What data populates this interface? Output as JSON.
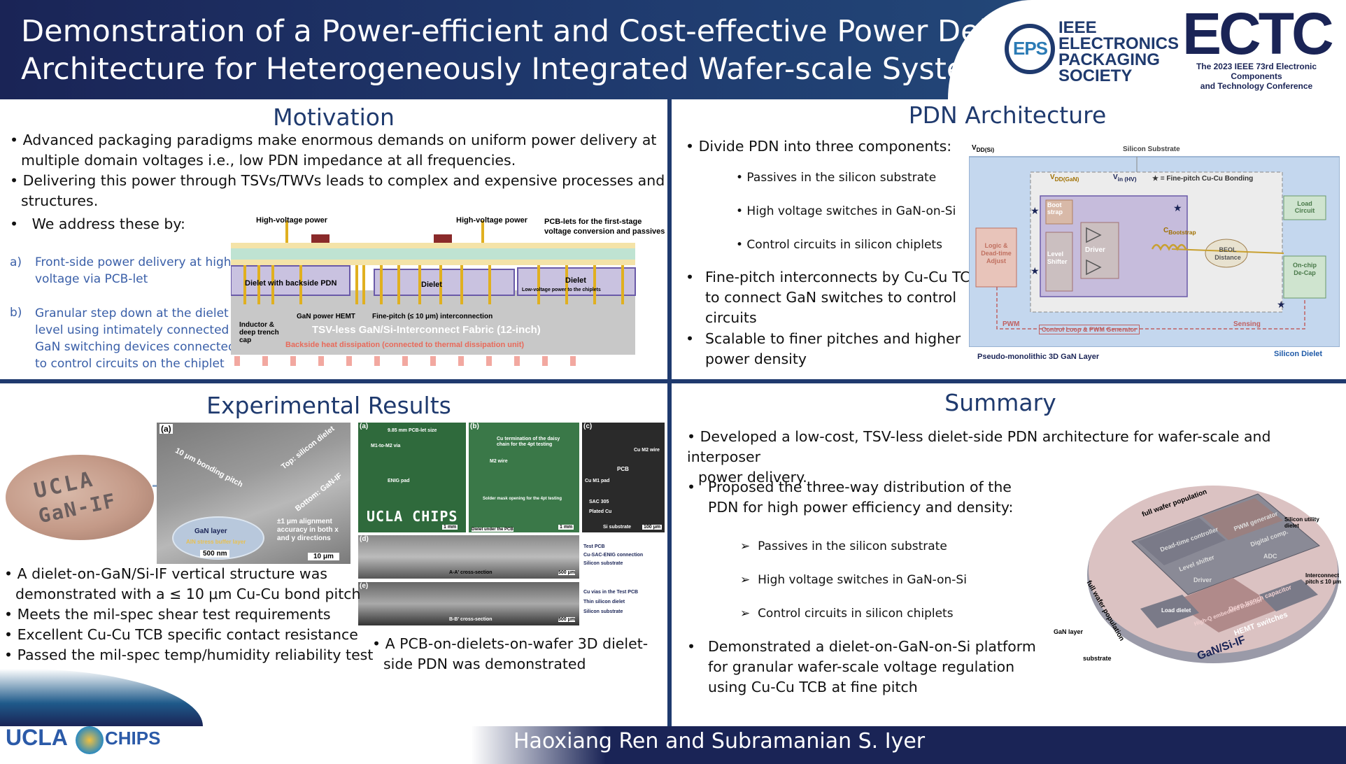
{
  "header": {
    "title_line1": "Demonstration of a Power-efficient and Cost-effective Power Delivery",
    "title_line2": "Architecture for Heterogeneously Integrated Wafer-scale Systems",
    "eps_logo_mark": "EPS",
    "eps_line1": "IEEE",
    "eps_line2": "ELECTRONICS",
    "eps_line3": "PACKAGING",
    "eps_line4": "SOCIETY",
    "ectc_logo": "ECTC",
    "ectc_sub_line1": "The 2023 IEEE 73rd Electronic Components",
    "ectc_sub_line2": "and Technology Conference"
  },
  "motivation": {
    "title": "Motivation",
    "bullet1_line1": "• Advanced packaging paradigms make enormous demands on uniform power delivery at",
    "bullet1_line2": "multiple domain voltages i.e., low PDN impedance at all frequencies.",
    "bullet2_line1": "• Delivering this power through TSVs/TWVs leads to complex and expensive processes and",
    "bullet2_line2": "structures.",
    "bullet3": "We address these by:",
    "item_a_marker": "a)",
    "item_a_line1": "Front-side power delivery at high",
    "item_a_line2": "voltage via PCB-let",
    "item_b_marker": "b)",
    "item_b_line1": "Granular step down at the dielet",
    "item_b_line2": "level using intimately connected",
    "item_b_line3": "GaN switching devices connected",
    "item_b_line4": "to control circuits on the chiplet",
    "fig": {
      "hv1": "High-voltage power",
      "hv2": "High-voltage power",
      "pcblets": "PCB-lets for the first-stage",
      "pcblets2": "voltage conversion and passives",
      "dielet_pdn": "Dielet with backside PDN",
      "dielet_mid": "Dielet",
      "dielet_right": "Dielet",
      "lv_power": "Low-voltage power to the chiplets",
      "inductor": "Inductor &",
      "inductor2": "deep trench",
      "inductor3": "cap",
      "gan_hemt": "GaN power HEMT",
      "fine_pitch": "Fine-pitch (≤ 10 μm) interconnection",
      "fabric": "TSV-less GaN/Si-Interconnect Fabric (12-inch)",
      "backside": "Backside heat dissipation (connected to thermal dissipation unit)"
    }
  },
  "pdn": {
    "title": "PDN Architecture",
    "bullet1": "• Divide PDN into three components:",
    "sub1": "• Passives in the silicon substrate",
    "sub2": "• High voltage switches in GaN-on-Si",
    "sub3": "• Control circuits in silicon chiplets",
    "bullet2_marker": "•",
    "bullet2_line1": "Fine-pitch interconnects by Cu-Cu TCB",
    "bullet2_line2": "to connect GaN switches to control",
    "bullet2_line3": "circuits",
    "bullet3_marker": "•",
    "bullet3_line1": "Scalable to finer pitches and higher",
    "bullet3_line2": "power density",
    "fig": {
      "vdd_si": "V",
      "vdd_si_sub": "DD(Si)",
      "si_sub": "Silicon Substrate",
      "vdd_gan": "V",
      "vdd_gan_sub": "DD(GaN)",
      "vin": "V",
      "vin_sub": "in (HV)",
      "legend": "= Fine-pitch Cu-Cu Bonding",
      "boot": "Boot strap",
      "level": "Level Shifter",
      "driver": "Driver",
      "cboot": "C",
      "cboot_sub": "Bootstrap",
      "beol": "BEOL Distance",
      "load": "Load Circuit",
      "onchip": "On-chip De-Cap",
      "logic": "Logic & Dead-time Adjust",
      "pwm": "PWM",
      "ctrl": "Control Loop & PWM Generator",
      "sensing": "Sensing",
      "pseudo": "Pseudo-monolithic 3D GaN Layer",
      "si_dielet": "Silicon Dielet"
    }
  },
  "results": {
    "title": "Experimental Results",
    "bullet1_line1": "• A dielet-on-GaN/Si-IF vertical structure was",
    "bullet1_line2": "demonstrated with a ≤ 10 μm Cu-Cu bond pitch",
    "bullet2": "• Meets the mil-spec shear test requirements",
    "bullet3": "• Excellent Cu-Cu TCB specific contact resistance",
    "bullet4": "• Passed the mil-spec temp/humidity reliability test",
    "bullet5_line1": "• A PCB-on-dielets-on-wafer 3D dielet-",
    "bullet5_line2": "side PDN was demonstrated",
    "wafer_text1": "UCLA",
    "wafer_text2": "GaN-IF",
    "sem": {
      "a": "(a)",
      "pitch": "10 μm bonding pitch",
      "top": "Top: silicon dielet",
      "bottom": "Bottom: GaN-IF",
      "gan_layer": "GaN layer",
      "aln": "AlN stress buffer layer",
      "scale1": "500 nm",
      "align1": "±1 μm alignment",
      "align2": "accuracy in both x",
      "align3": "and y directions",
      "scale2": "10 μm"
    },
    "pcb": {
      "a": "(a)",
      "b": "(b)",
      "c": "(c)",
      "d": "(d)",
      "e": "(e)",
      "size": "9.85 mm PCB-let size",
      "m1m2": "M1-to-M2 via",
      "enig": "ENIG pad",
      "ucla": "UCLA CHIPS",
      "scale_a": "1 mm",
      "cu_term": "Cu termination of the daisy",
      "cu_term2": "chain for the 4pt testing",
      "m2wire": "M2 wire",
      "solder": "Solder mask opening for the 4pt testing",
      "dielet_under": "Dielet under the PCB",
      "scale_b": "1 mm",
      "cu_m2": "Cu M2 wire",
      "pcb_lbl": "PCB",
      "cu_m1": "Cu M1 pad",
      "sac": "SAC 305",
      "plated": "Plated Cu",
      "si_sub": "Si substrate",
      "scale_c": "100 μm",
      "test_pcb": "Test PCB",
      "cu_sac": "Cu-SAC-ENIG connection",
      "si_sub2": "Silicon substrate",
      "aa": "A-A' cross-section",
      "scale_d": "500 μm",
      "cu_vias": "Cu vias in the Test PCB",
      "thin": "Thin silicon dielet",
      "si_sub3": "Silicon substrate",
      "bb": "B-B' cross-section",
      "scale_e": "500 μm"
    }
  },
  "summary": {
    "title": "Summary",
    "bullet1_line1": "• Developed a low-cost, TSV-less dielet-side PDN architecture for wafer-scale and interposer",
    "bullet1_line2": "power delivery.",
    "bullet2_marker": "•",
    "bullet2_line1": "Proposed the three-way distribution of the",
    "bullet2_line2": "PDN for high power efficiency and density:",
    "sub1": "Passives in the silicon substrate",
    "sub2": "High voltage switches in GaN-on-Si",
    "sub3": "Control circuits in silicon chiplets",
    "bullet3_marker": "•",
    "bullet3_line1": "Demonstrated a dielet-on-GaN-on-Si platform",
    "bullet3_line2": "for granular wafer-scale voltage regulation",
    "bullet3_line3": "using Cu-Cu TCB at fine pitch",
    "fig": {
      "full_wafer": "full wafer population",
      "full_wafer2": "full wafer population",
      "si_utility": "Silicon utility dielet",
      "load_dielet": "Load dielet",
      "interconnect": "Interconnect pitch ≤ 10 μm",
      "gan_layer": "GaN layer",
      "substrate": "substrate",
      "hemt": "HEMT switches",
      "gansi": "GaN/Si-IF",
      "pwm": "PWM generator",
      "dead": "Dead-time controller",
      "level": "Level shifter",
      "digital": "Digital comp.",
      "adc": "ADC",
      "driver": "Driver",
      "mim": "High-Q embedded inductor",
      "deep": "Deep trench capacitor"
    }
  },
  "footer": {
    "authors": "Haoxiang Ren and Subramanian S. Iyer",
    "ucla": "UCLA",
    "chips": "CHIPS"
  },
  "colors": {
    "navy": "#1a2456",
    "accent_blue": "#1f3a6e",
    "link_blue": "#3a5fa8"
  }
}
